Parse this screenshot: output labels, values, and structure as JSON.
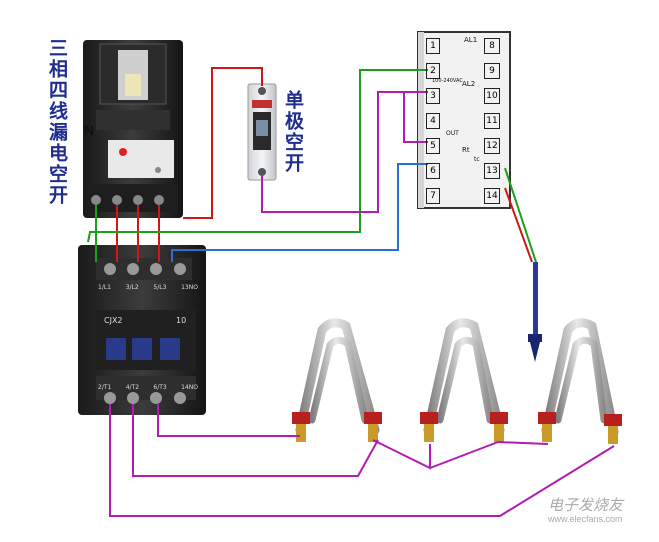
{
  "labels": {
    "breaker_4pole": "三相四线漏电空开",
    "neutral": "N",
    "breaker_1pole": "单极空开"
  },
  "contactor": {
    "model": "CJX2",
    "rating": "10",
    "top_terminals": [
      "1/L1",
      "3/L2",
      "5/L3",
      "13NO"
    ],
    "bottom_terminals": [
      "2/T1",
      "4/T2",
      "6/T3",
      "14NO"
    ]
  },
  "controller": {
    "terminals_left": [
      "1",
      "2",
      "3",
      "4",
      "5",
      "6",
      "7"
    ],
    "terminals_right": [
      "8",
      "9",
      "10",
      "11",
      "12",
      "13",
      "14"
    ],
    "supply": "100-240VAC",
    "alarm1": "AL1",
    "alarm2": "AL2",
    "output": "OUT",
    "sensor": "Rt",
    "tc": "tc"
  },
  "watermark": {
    "brand": "电子发烧友",
    "site": "www.elecfans.com"
  },
  "colors": {
    "wire_red": "#d01818",
    "wire_green": "#1aa01a",
    "wire_magenta": "#b21cb2",
    "wire_blue": "#2a6fd6",
    "label_blue": "#1f2d8f"
  }
}
